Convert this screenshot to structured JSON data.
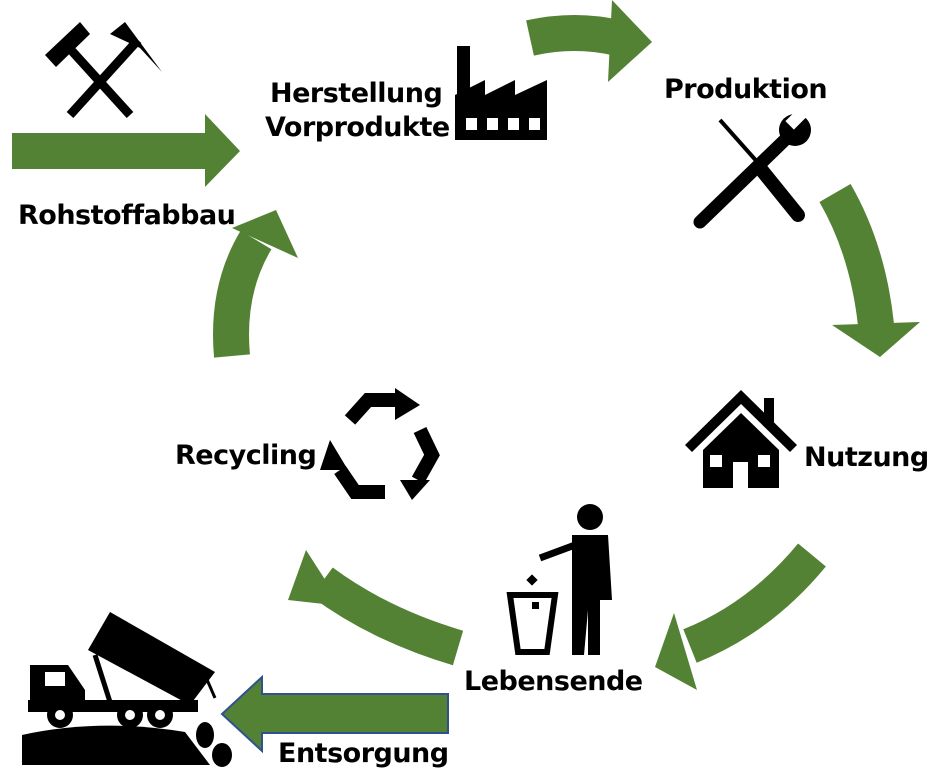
{
  "colors": {
    "arrow": "#548235",
    "outline": "#2f528f",
    "icon": "#000000"
  },
  "stages": {
    "rohstoffabbau": "Rohstoffabbau",
    "herstellung_line1": "Herstellung",
    "herstellung_line2": "Vorprodukte",
    "produktion": "Produktion",
    "nutzung": "Nutzung",
    "lebensende": "Lebensende",
    "recycling": "Recycling",
    "entsorgung": "Entsorgung"
  }
}
